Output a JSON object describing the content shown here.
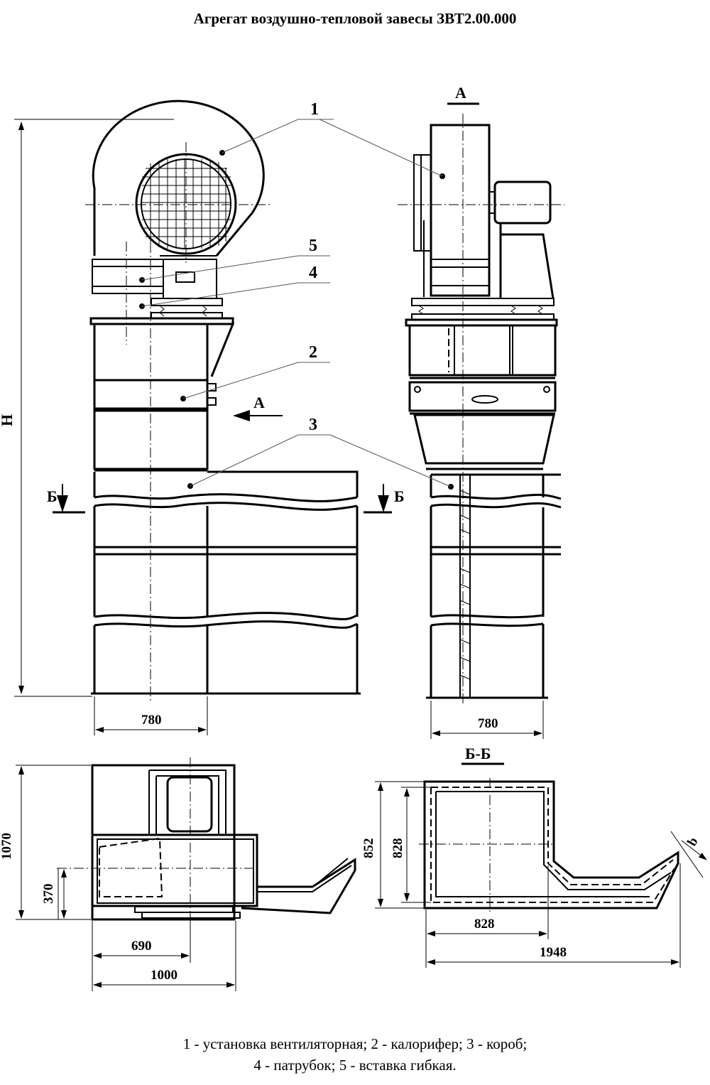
{
  "title": "Агрегат воздушно-тепловой завесы ЗВТ2.00.000",
  "labels": {
    "part1": "1",
    "part2": "2",
    "part3": "3",
    "part4": "4",
    "part5": "5",
    "view_a_top": "А",
    "view_a_arrow": "А",
    "section_b_left": "Б",
    "section_b_right": "Б",
    "section_bb": "Б-Б",
    "height": "H"
  },
  "dimensions": {
    "front_width": "780",
    "side_width": "780",
    "plan_height": "1070",
    "plan_offset_v": "370",
    "plan_offset_h": "690",
    "plan_width": "1000",
    "bb_outer_h": "852",
    "bb_inner_h": "828",
    "bb_inner_w": "828",
    "bb_total_w": "1948",
    "bb_thickness": "b"
  },
  "caption": {
    "line1": "1 - установка вентиляторная; 2 - калорифер; 3 - короб;",
    "line2": "4 - патрубок; 5 - вставка гибкая."
  }
}
